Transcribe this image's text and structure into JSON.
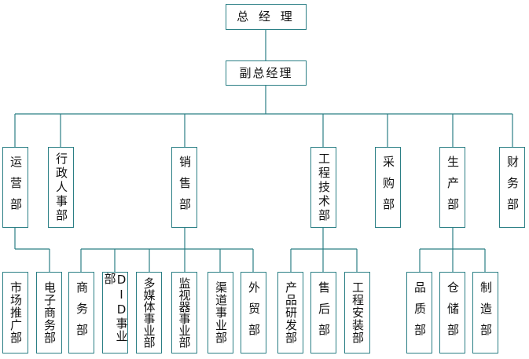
{
  "chart": {
    "root": {
      "label": "总 经 理"
    },
    "deputy": {
      "label": "副总经理"
    },
    "departments": [
      {
        "id": "yunying",
        "label": "运营部",
        "children": [
          {
            "id": "shichang",
            "label": "市场推广部"
          },
          {
            "id": "dianzi",
            "label": "电子商务部"
          }
        ]
      },
      {
        "id": "xingzheng",
        "label": "行政人事部",
        "children": []
      },
      {
        "id": "xiaoshou",
        "label": "销售部",
        "children": [
          {
            "id": "shangwu",
            "label": "商务部"
          },
          {
            "id": "did",
            "label": "DID事业部"
          },
          {
            "id": "duomeiti",
            "label": "多媒体事业部"
          },
          {
            "id": "jianshiqi",
            "label": "监视器事业部"
          },
          {
            "id": "qudao",
            "label": "渠道事业部"
          },
          {
            "id": "waimao",
            "label": "外贸部"
          }
        ]
      },
      {
        "id": "gongcheng",
        "label": "工程技术部",
        "children": [
          {
            "id": "chanpin",
            "label": "产品研发部"
          },
          {
            "id": "shouhou",
            "label": "售后部"
          },
          {
            "id": "anzhuang",
            "label": "工程安装部"
          }
        ]
      },
      {
        "id": "caigou",
        "label": "采购部",
        "children": []
      },
      {
        "id": "shengchan",
        "label": "生产部",
        "children": [
          {
            "id": "pinzhi",
            "label": "品质部"
          },
          {
            "id": "cangchu",
            "label": "仓储部"
          },
          {
            "id": "zhizao",
            "label": "制造部"
          }
        ]
      },
      {
        "id": "caiwu",
        "label": "财务部",
        "children": []
      }
    ]
  }
}
